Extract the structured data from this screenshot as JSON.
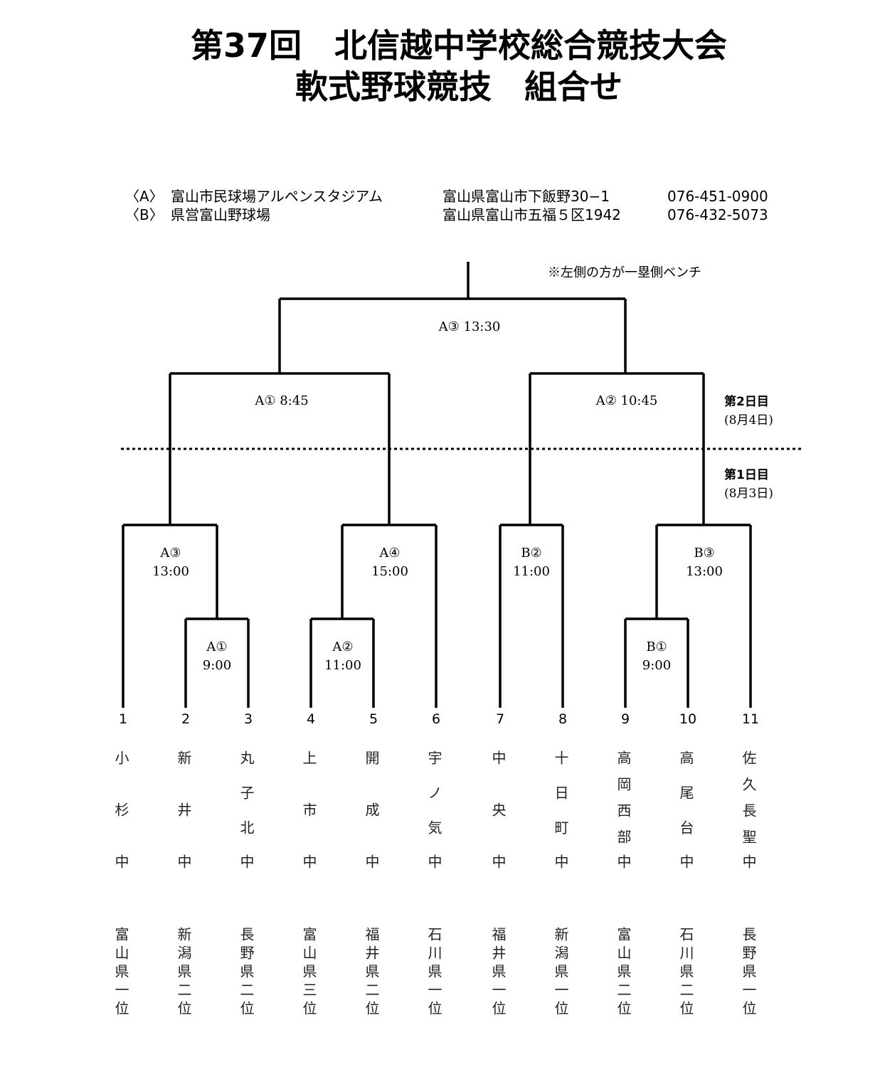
{
  "title": {
    "line1": "第37回　北信越中学校総合競技大会",
    "line2": "軟式野球競技　組合せ"
  },
  "venues": [
    {
      "mark": "〈A〉",
      "name": "富山市民球場アルペンスタジアム",
      "address": "富山県富山市下飯野30−1",
      "phone": "076-451-0900"
    },
    {
      "mark": "〈B〉",
      "name": "県営富山野球場",
      "address": "富山県富山市五福５区1942",
      "phone": "076-432-5073"
    }
  ],
  "note": "※左側の方が一塁側ベンチ",
  "days": [
    {
      "label": "第2日目",
      "date": "(8月4日)"
    },
    {
      "label": "第1日目",
      "date": "(8月3日)"
    }
  ],
  "matches": {
    "final": {
      "game": "A③",
      "time": "13:30"
    },
    "semi_left": {
      "game": "A①",
      "time": "8:45"
    },
    "semi_right": {
      "game": "A②",
      "time": "10:45"
    },
    "r2_1": {
      "game": "A③",
      "time": "13:00"
    },
    "r2_2": {
      "game": "A④",
      "time": "15:00"
    },
    "r2_3": {
      "game": "B②",
      "time": "11:00"
    },
    "r2_4": {
      "game": "B③",
      "time": "13:00"
    },
    "r1_1": {
      "game": "A①",
      "time": "9:00"
    },
    "r1_2": {
      "game": "A②",
      "time": "11:00"
    },
    "r1_3": {
      "game": "B①",
      "time": "9:00"
    }
  },
  "teams": [
    {
      "num": "1",
      "name": "小杉",
      "suffix": "中",
      "pref": "富山県一位"
    },
    {
      "num": "2",
      "name": "新井",
      "suffix": "中",
      "pref": "新潟県二位"
    },
    {
      "num": "3",
      "name": "丸子北",
      "suffix": "中",
      "pref": "長野県二位"
    },
    {
      "num": "4",
      "name": "上市",
      "suffix": "中",
      "pref": "富山県三位"
    },
    {
      "num": "5",
      "name": "開成",
      "suffix": "中",
      "pref": "福井県二位"
    },
    {
      "num": "6",
      "name": "宇ノ気",
      "suffix": "中",
      "pref": "石川県一位"
    },
    {
      "num": "7",
      "name": "中央",
      "suffix": "中",
      "pref": "福井県一位"
    },
    {
      "num": "8",
      "name": "十日町",
      "suffix": "中",
      "pref": "新潟県一位"
    },
    {
      "num": "9",
      "name": "高岡西部",
      "suffix": "中",
      "pref": "富山県二位"
    },
    {
      "num": "10",
      "name": "高尾台",
      "suffix": "中",
      "pref": "石川県二位"
    },
    {
      "num": "11",
      "name": "佐久長聖",
      "suffix": "中",
      "pref": "長野県一位"
    }
  ]
}
